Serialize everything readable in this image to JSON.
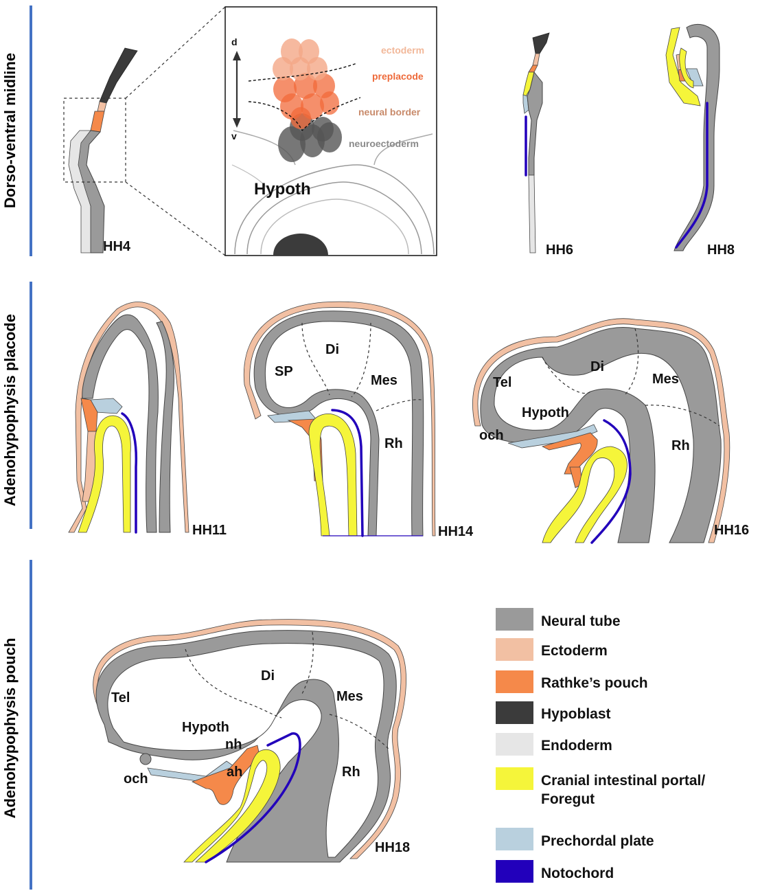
{
  "rows": [
    {
      "title": "Dorso-ventral midline"
    },
    {
      "title": "Adenohypophysis placode"
    },
    {
      "title": "Adenohypophysis pouch"
    }
  ],
  "stages": {
    "hh4": "HH4",
    "hh6": "HH6",
    "hh8": "HH8",
    "hh11": "HH11",
    "hh14": "HH14",
    "hh16": "HH16",
    "hh18": "HH18"
  },
  "inset": {
    "d": "d",
    "v": "v",
    "ectoderm": "ectoderm",
    "preplacode": "preplacode",
    "neural_border": "neural border",
    "neuroectoderm": "neuroectoderm",
    "hypoth": "Hypoth"
  },
  "hh14_labels": {
    "sp": "SP",
    "di": "Di",
    "mes": "Mes",
    "rh": "Rh"
  },
  "hh16_labels": {
    "tel": "Tel",
    "di": "Di",
    "mes": "Mes",
    "hypoth": "Hypoth",
    "och": "och",
    "rh": "Rh"
  },
  "hh18_labels": {
    "tel": "Tel",
    "di": "Di",
    "mes": "Mes",
    "hypoth": "Hypoth",
    "nh": "nh",
    "ah": "ah",
    "och": "och",
    "rh": "Rh"
  },
  "legend": [
    {
      "label": "Neural tube",
      "color": "#9a9a9a"
    },
    {
      "label": "Ectoderm",
      "color": "#f2c0a3"
    },
    {
      "label": "Rathke’s pouch",
      "color": "#f5894a"
    },
    {
      "label": "Hypoblast",
      "color": "#3b3b3b"
    },
    {
      "label": "Endoderm",
      "color": "#e6e6e6"
    },
    {
      "label": "Cranial intestinal portal/",
      "label2": "Foregut",
      "color": "#f5f53a"
    },
    {
      "label": "Prechordal plate",
      "color": "#b9d0de"
    },
    {
      "label": "Notochord",
      "color": "#2200bb"
    }
  ],
  "colors": {
    "row_bar": "#4472c4"
  }
}
